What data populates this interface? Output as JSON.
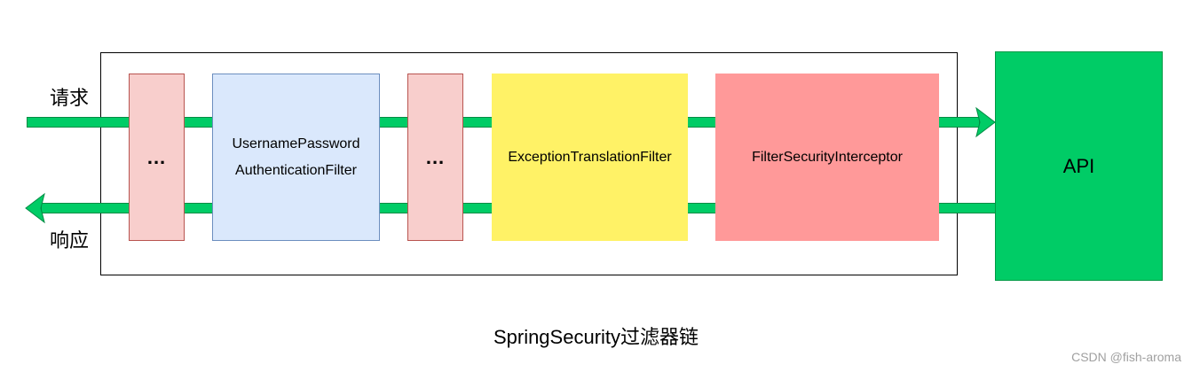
{
  "flow": {
    "request_label": "请求",
    "response_label": "响应"
  },
  "filters": [
    {
      "lines": [
        "..."
      ]
    },
    {
      "lines": [
        "UsernamePassword",
        "AuthenticationFilter"
      ]
    },
    {
      "lines": [
        "..."
      ]
    },
    {
      "lines": [
        "ExceptionTranslationFilter"
      ]
    },
    {
      "lines": [
        "FilterSecurityInterceptor"
      ]
    }
  ],
  "api": {
    "label": "API"
  },
  "caption": "SpringSecurity过滤器链",
  "watermark": "CSDN @fish-aroma",
  "colors": {
    "arrow": "#00cc66",
    "api": "#00cc66",
    "pink_filter": "#f8cecc",
    "blue_filter": "#dae8fc",
    "yellow_filter": "#fff266",
    "red_filter": "#ff9999"
  }
}
